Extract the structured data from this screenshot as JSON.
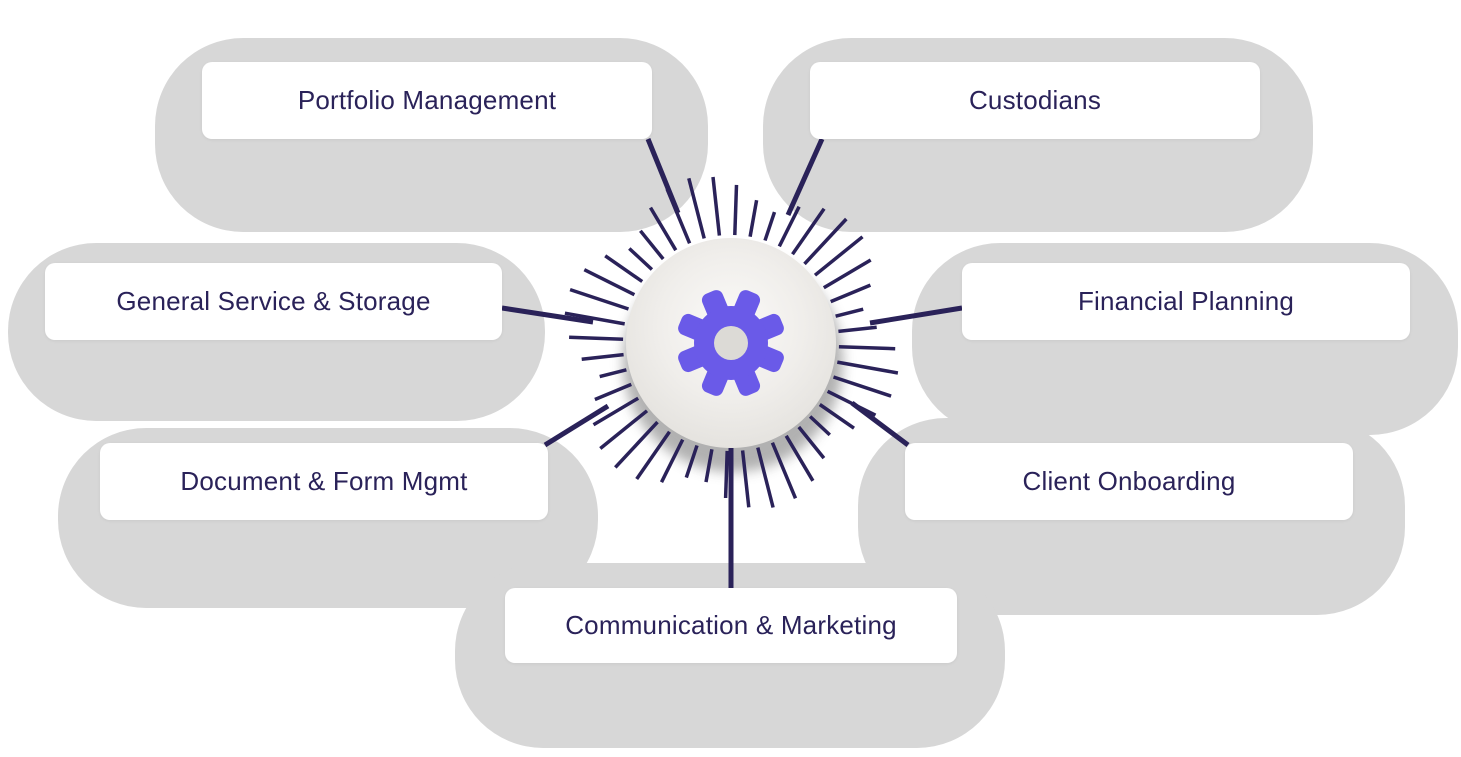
{
  "diagram": {
    "type": "hub-and-spoke",
    "hub": {
      "icon": "gear-icon"
    },
    "nodes": [
      {
        "label": "Portfolio Management",
        "position": "top-left"
      },
      {
        "label": "Custodians",
        "position": "top-right"
      },
      {
        "label": "General Service & Storage",
        "position": "middle-left"
      },
      {
        "label": "Financial Planning",
        "position": "middle-right"
      },
      {
        "label": "Document & Form Mgmt",
        "position": "lower-left"
      },
      {
        "label": "Client Onboarding",
        "position": "lower-right"
      },
      {
        "label": "Communication & Marketing",
        "position": "bottom-center"
      }
    ],
    "colors": {
      "accent": "#6A5AE8",
      "line": "#2A2259",
      "blob": "#D7D7D7",
      "card": "#FFFFFF"
    }
  }
}
